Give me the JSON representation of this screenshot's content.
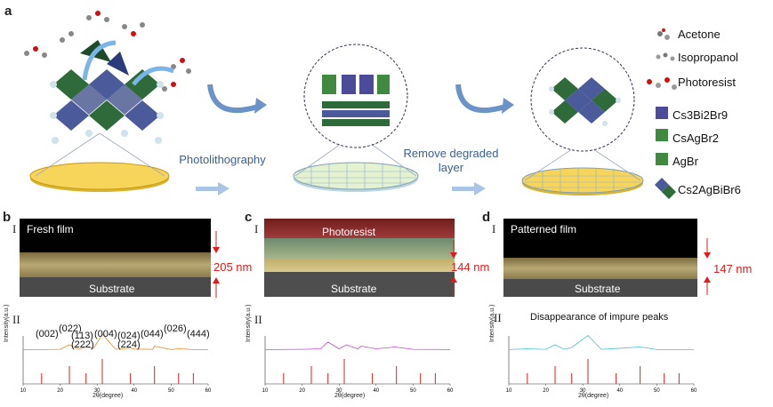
{
  "panel_a": {
    "label": "a",
    "step1": "Photolithography",
    "step2_line1": "Remove degraded",
    "step2_line2": "layer",
    "legend": [
      "Acetone",
      "Isopropanol",
      "Photoresist",
      "Cs3Bi2Br9",
      "CsAgBr2",
      "AgBr",
      "Cs2AgBiBr6"
    ]
  },
  "panel_b": {
    "label": "b",
    "roman1": "I",
    "roman2": "II",
    "title": "Fresh film",
    "substrate": "Substrate",
    "thickness": "205 nm",
    "peaks": [
      "(002)",
      "(022)",
      "(113)",
      "(222)",
      "(004)",
      "(024)",
      "(224)",
      "(044)",
      "(026)",
      "(444)"
    ]
  },
  "panel_c": {
    "label": "c",
    "roman1": "I",
    "roman2": "II",
    "title": "Photoresist",
    "substrate": "Substrate",
    "thickness": "144 nm"
  },
  "panel_d": {
    "label": "d",
    "roman1": "I",
    "roman2": "II",
    "title": "Patterned film",
    "substrate": "Substrate",
    "thickness": "147 nm",
    "annotation": "Disappearance of impure peaks"
  },
  "xrd_axis": {
    "ylabel": "Intensity(a.u.)",
    "xlabel": "2θ(degree)",
    "xticks": [
      "10",
      "20",
      "30",
      "40",
      "50",
      "60"
    ]
  },
  "colors": {
    "step_text": "#3b5f8f",
    "thickness_red": "#e01b1b",
    "xrd_b": "#e08a2a",
    "xrd_c": "#c04ad0",
    "xrd_d": "#4fc2c4",
    "ref_bars": "#d82020"
  },
  "chart_data": [
    {
      "type": "line",
      "panel": "b",
      "x": [
        10,
        15,
        20,
        22.5,
        25,
        27,
        29,
        31.4,
        35,
        39,
        40,
        45,
        45.5,
        50,
        52,
        55,
        56,
        60
      ],
      "y": [
        0.02,
        0.02,
        0.03,
        0.2,
        0.03,
        0.12,
        0.06,
        0.6,
        0.03,
        0.08,
        0.04,
        0.03,
        0.15,
        0.02,
        0.05,
        0.03,
        0.02,
        0.02
      ]
    },
    {
      "type": "line",
      "panel": "c",
      "x": [
        10,
        20,
        25,
        26.5,
        27,
        30,
        32,
        35,
        36,
        40,
        44,
        45,
        50,
        60
      ],
      "y": [
        0.02,
        0.03,
        0.05,
        0.25,
        0.3,
        0.05,
        0.2,
        0.05,
        0.15,
        0.05,
        0.1,
        0.12,
        0.03,
        0.02
      ]
    },
    {
      "type": "line",
      "panel": "d",
      "x": [
        10,
        15,
        20,
        22.5,
        25,
        27,
        31.4,
        35,
        39,
        45.5,
        50,
        60
      ],
      "y": [
        0.02,
        0.05,
        0.03,
        0.2,
        0.03,
        0.1,
        0.55,
        0.03,
        0.06,
        0.12,
        0.02,
        0.02
      ]
    }
  ]
}
